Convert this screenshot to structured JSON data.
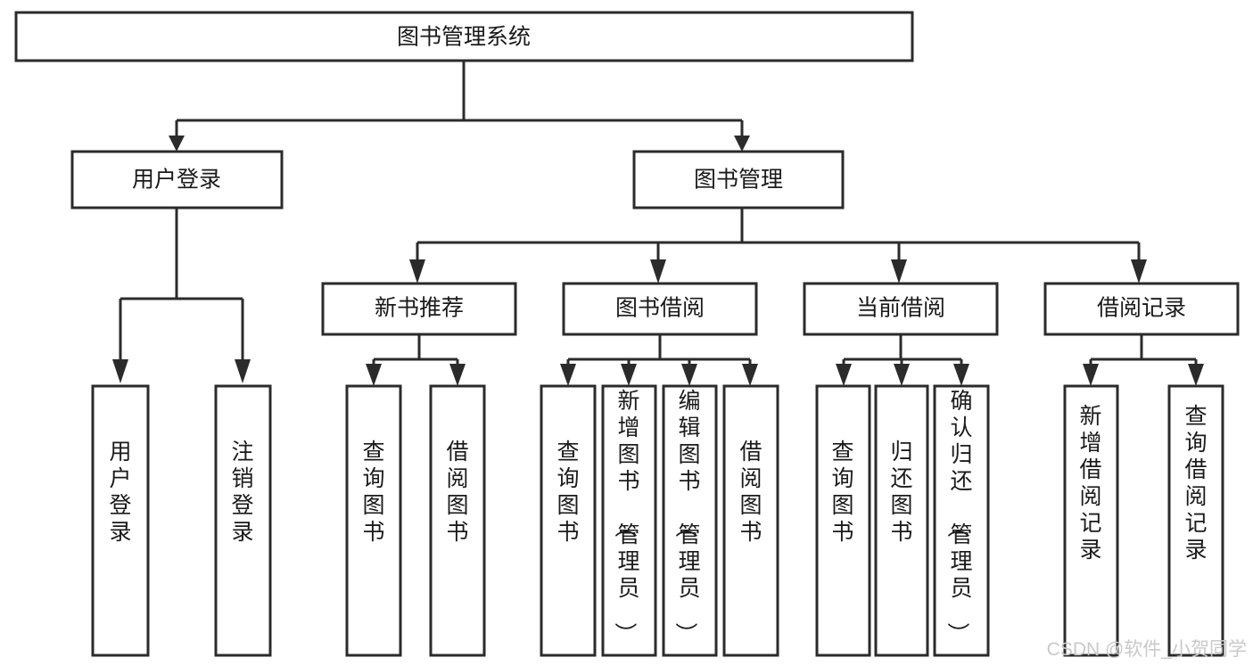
{
  "diagram": {
    "title": "图书管理系统",
    "type": "tree-hierarchy-functional-decomposition",
    "orientation": "top-down",
    "colors": {
      "box_stroke": "#2b2b2b",
      "box_fill": "#ffffff",
      "connector": "#2b2b2b",
      "text": "#1a1a1a",
      "background": "#ffffff",
      "watermark": "#c9c9c9"
    },
    "levels": [
      {
        "level": 1,
        "nodes": [
          {
            "id": "root",
            "label": "图书管理系统",
            "orientation": "horizontal"
          }
        ]
      },
      {
        "level": 2,
        "nodes": [
          {
            "id": "user-login",
            "label": "用户登录",
            "orientation": "horizontal",
            "parent": "root"
          },
          {
            "id": "book-manage",
            "label": "图书管理",
            "orientation": "horizontal",
            "parent": "root"
          }
        ]
      },
      {
        "level": 3,
        "nodes": [
          {
            "id": "new-book-recommend",
            "label": "新书推荐",
            "orientation": "horizontal",
            "parent": "book-manage"
          },
          {
            "id": "book-borrow",
            "label": "图书借阅",
            "orientation": "horizontal",
            "parent": "book-manage"
          },
          {
            "id": "current-borrow",
            "label": "当前借阅",
            "orientation": "horizontal",
            "parent": "book-manage"
          },
          {
            "id": "borrow-record",
            "label": "借阅记录",
            "orientation": "horizontal",
            "parent": "book-manage"
          }
        ]
      },
      {
        "level": 4,
        "nodes": [
          {
            "id": "leaf-user-login",
            "label": "用户登录",
            "orientation": "vertical",
            "parent": "user-login"
          },
          {
            "id": "leaf-user-logout",
            "label": "注销登录",
            "orientation": "vertical",
            "parent": "user-login"
          },
          {
            "id": "leaf-query-book-1",
            "label": "查询图书",
            "orientation": "vertical",
            "parent": "new-book-recommend"
          },
          {
            "id": "leaf-borrow-book-1",
            "label": "借阅图书",
            "orientation": "vertical",
            "parent": "new-book-recommend"
          },
          {
            "id": "leaf-query-book-2",
            "label": "查询图书",
            "orientation": "vertical",
            "parent": "book-borrow"
          },
          {
            "id": "leaf-add-book",
            "label": "新增图书（管理员）",
            "orientation": "vertical",
            "parent": "book-borrow"
          },
          {
            "id": "leaf-edit-book",
            "label": "编辑图书（管理员）",
            "orientation": "vertical",
            "parent": "book-borrow"
          },
          {
            "id": "leaf-borrow-book-2",
            "label": "借阅图书",
            "orientation": "vertical",
            "parent": "book-borrow"
          },
          {
            "id": "leaf-query-book-3",
            "label": "查询图书",
            "orientation": "vertical",
            "parent": "current-borrow"
          },
          {
            "id": "leaf-return-book",
            "label": "归还图书",
            "orientation": "vertical",
            "parent": "current-borrow"
          },
          {
            "id": "leaf-confirm-return",
            "label": "确认归还（管理员）",
            "orientation": "vertical",
            "parent": "current-borrow"
          },
          {
            "id": "leaf-add-record",
            "label": "新增借阅记录",
            "orientation": "vertical",
            "parent": "borrow-record"
          },
          {
            "id": "leaf-query-record",
            "label": "查询借阅记录",
            "orientation": "vertical",
            "parent": "borrow-record"
          }
        ]
      }
    ]
  },
  "watermark": {
    "text": "CSDN @软件_小贺同学"
  }
}
